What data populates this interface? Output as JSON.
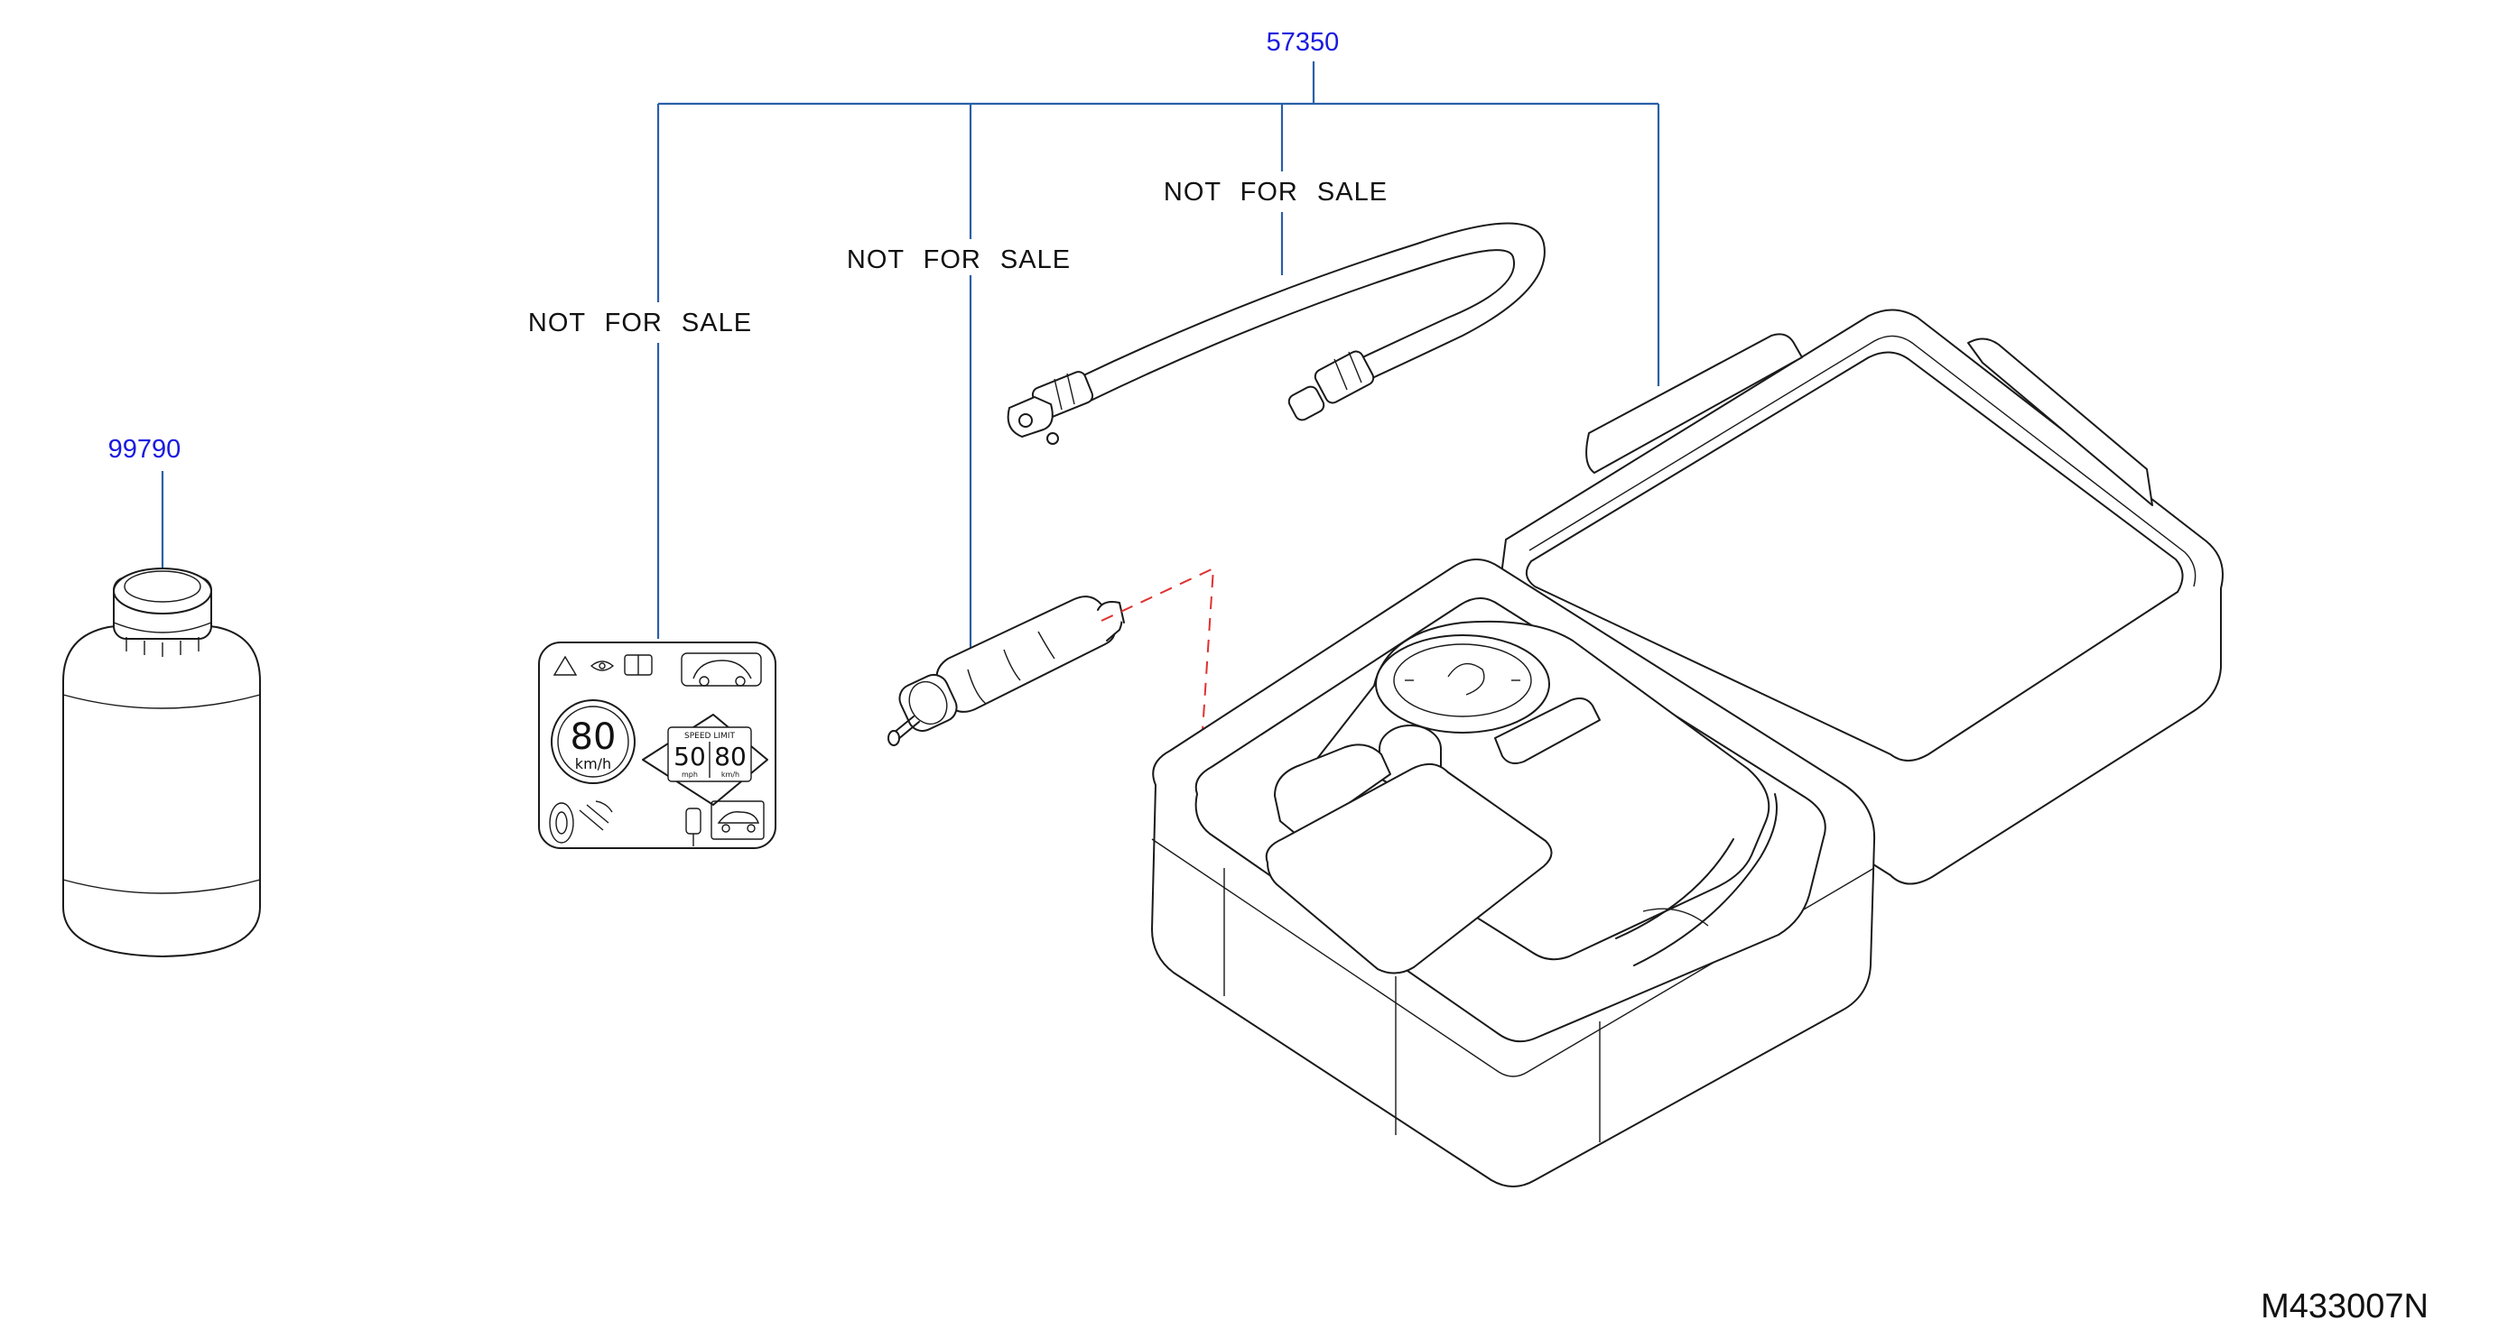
{
  "callouts": {
    "kit": "57350",
    "sealant": "99790"
  },
  "notes": {
    "label": "NOT FOR SALE",
    "connector": "NOT FOR SALE",
    "hose": "NOT FOR SALE"
  },
  "speed_label": {
    "big_speed": "80",
    "big_unit": "km/h",
    "sign_title": "SPEED LIMIT",
    "mph": "50",
    "mph_unit": "mph",
    "kmh": "80",
    "kmh_unit": "km/h"
  },
  "figure_ref": "M433007N",
  "colors": {
    "callout": "#1a1ae0",
    "leader": "#2a5fa8",
    "dashed_guide": "#e03030",
    "line_art": "#1a1a1a"
  }
}
